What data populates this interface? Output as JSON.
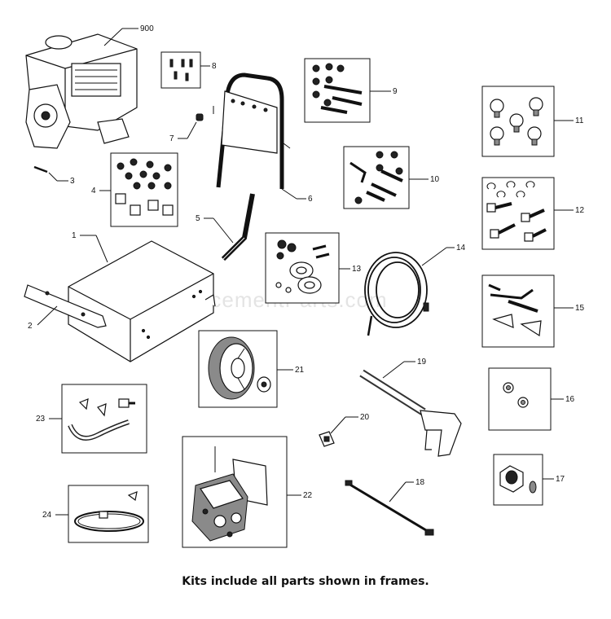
{
  "watermark": "eReplacementParts.com",
  "caption": "Kits include all parts shown in frames.",
  "callouts": {
    "c900": "900",
    "c8": "8",
    "c9": "9",
    "c7": "7",
    "c3": "3",
    "c4": "4",
    "c6": "6",
    "c10": "10",
    "c11": "11",
    "c12": "12",
    "c5": "5",
    "c1": "1",
    "c13": "13",
    "c14": "14",
    "c2": "2",
    "c15": "15",
    "c21": "21",
    "c19": "19",
    "c16": "16",
    "c23": "23",
    "c20": "20",
    "c22": "22",
    "c17": "17",
    "c18": "18",
    "c24": "24"
  }
}
